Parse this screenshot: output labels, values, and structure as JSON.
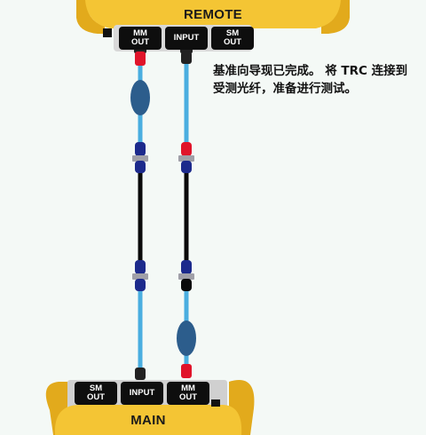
{
  "remote_unit": {
    "label": "REMOTE",
    "ports": [
      "MM\nOUT",
      "INPUT",
      "SM\nOUT"
    ]
  },
  "main_unit": {
    "label": "MAIN",
    "ports": [
      "SM\nOUT",
      "INPUT",
      "MM\nOUT"
    ]
  },
  "instruction": "基准向导现已完成。 将 TRC 连接到受测光纤，准备进行测试。",
  "colors": {
    "device_body": "#f3c233",
    "fiber": "#4aaee0",
    "trc_cable": "#0a0a0a",
    "connector_red": "#e0142a",
    "connector_blue": "#1c2a8c",
    "mandrel": "#2c5d8c"
  }
}
